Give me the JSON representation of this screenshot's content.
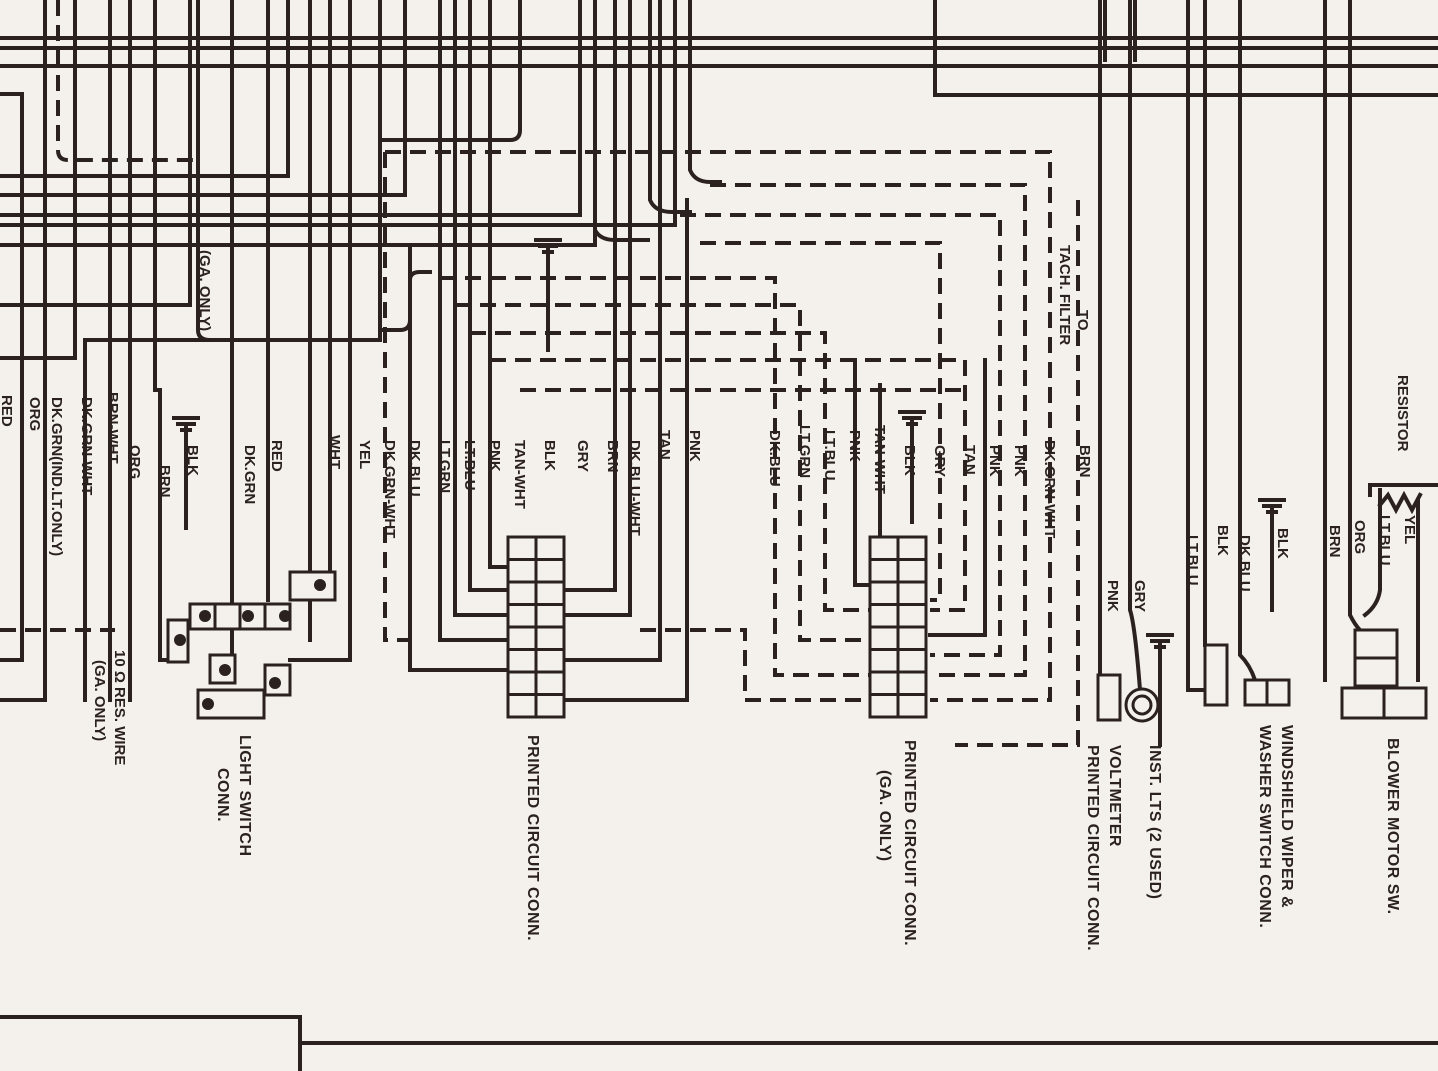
{
  "wire_labels_left": [
    "RED",
    "ORG",
    "DK.GRN(IND.LT.ONLY)",
    "DK.GRN-WHT",
    "BRN-WHT",
    "ORG",
    "BRN",
    "BLK",
    "DK.GRN",
    "RED",
    "WHT",
    "YEL",
    "DK.GRN-WHT",
    "DK.BLU",
    "LT.GRN",
    "LT.BLU",
    "PNK",
    "TAN-WHT",
    "BLK",
    "GRY",
    "BRN",
    "DK.BLU-WHT",
    "TAN",
    "PNK"
  ],
  "wire_labels_mid": [
    "DK.BLU",
    "LT.GRN",
    "LT.BLU",
    "PNK",
    "TAN-WHT",
    "BLK",
    "GRY",
    "TAN",
    "PNK",
    "PNK",
    "DK.GRN-WHT",
    "BRN"
  ],
  "wire_labels_right": [
    "PNK",
    "GRY",
    "LT.BLU",
    "BLK",
    "DK.BLU",
    "BLK",
    "BRN",
    "ORG",
    "LT.BLU",
    "YEL"
  ],
  "notes": {
    "ga_only": "(GA. ONLY)",
    "tach_to": "TO",
    "tach_filter": "TACH. FILTER",
    "res_wire_1": "10 Ω RES. WIRE",
    "res_wire_2": "(GA. ONLY)",
    "resistor": "RESISTOR"
  },
  "captions": {
    "light_switch_1": "LIGHT SWITCH",
    "light_switch_2": "CONN.",
    "pcc": "PRINTED CIRCUIT CONN.",
    "pcc_ga_1": "PRINTED CIRCUIT CONN.",
    "pcc_ga_2": "(GA. ONLY)",
    "voltmeter_1": "VOLTMETER",
    "voltmeter_2": "PRINTED CIRCUIT CONN.",
    "inst_lts": "INST. LTS (2 USED)",
    "wiper_1": "WINDSHIELD WIPER &",
    "wiper_2": "WASHER SWITCH CONN.",
    "blower": "BLOWER MOTOR SW."
  }
}
